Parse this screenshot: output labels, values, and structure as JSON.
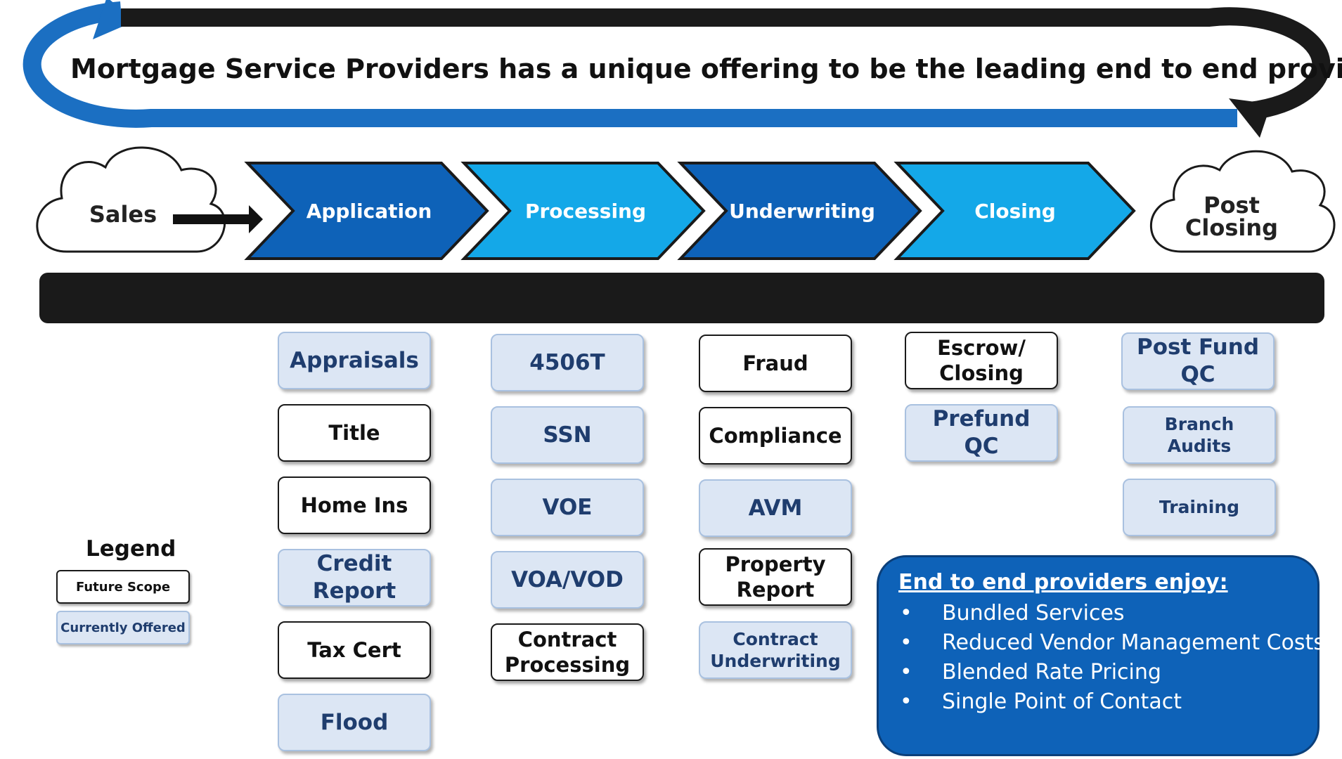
{
  "headline": "Mortgage Service Providers has a unique offering to be the leading end to end provider",
  "colors": {
    "dark_blue": "#0e62b8",
    "light_blue": "#14a8e8",
    "black": "#1a1a1a",
    "offered_fill": "#dce6f4",
    "offered_text": "#1f3d6e"
  },
  "flow": {
    "start": "Sales",
    "stages": [
      "Application",
      "Processing",
      "Underwriting",
      "Closing"
    ],
    "end_line1": "Post",
    "end_line2": "Closing"
  },
  "columns": [
    {
      "items": [
        {
          "label": "Appraisals",
          "status": "offered"
        },
        {
          "label": "Title",
          "status": "future"
        },
        {
          "label": "Home Ins",
          "status": "future"
        },
        {
          "line1": "Credit",
          "line2": "Report",
          "status": "offered"
        },
        {
          "label": "Tax Cert",
          "status": "future"
        },
        {
          "label": "Flood",
          "status": "offered"
        }
      ]
    },
    {
      "items": [
        {
          "label": "4506T",
          "status": "offered"
        },
        {
          "label": "SSN",
          "status": "offered"
        },
        {
          "label": "VOE",
          "status": "offered"
        },
        {
          "label": "VOA/VOD",
          "status": "offered"
        },
        {
          "line1": "Contract",
          "line2": "Processing",
          "status": "future"
        }
      ]
    },
    {
      "items": [
        {
          "label": "Fraud",
          "status": "future"
        },
        {
          "label": "Compliance",
          "status": "future"
        },
        {
          "label": "AVM",
          "status": "offered"
        },
        {
          "line1": "Property",
          "line2": "Report",
          "status": "future"
        },
        {
          "line1": "Contract",
          "line2": "Underwriting",
          "status": "offered"
        }
      ]
    },
    {
      "items": [
        {
          "line1": "Escrow/",
          "line2": "Closing",
          "status": "future"
        },
        {
          "label": "Prefund QC",
          "status": "offered"
        }
      ]
    },
    {
      "items": [
        {
          "line1": "Post Fund",
          "line2": "QC",
          "status": "offered"
        },
        {
          "line1": "Branch",
          "line2": "Audits",
          "status": "offered"
        },
        {
          "label": "Training",
          "status": "offered"
        }
      ]
    }
  ],
  "legend": {
    "title": "Legend",
    "future": "Future Scope",
    "offered": "Currently Offered"
  },
  "benefits": {
    "title": "End to end providers enjoy:",
    "items": [
      "Bundled Services",
      "Reduced Vendor Management Costs",
      "Blended Rate Pricing",
      "Single Point of Contact"
    ]
  }
}
